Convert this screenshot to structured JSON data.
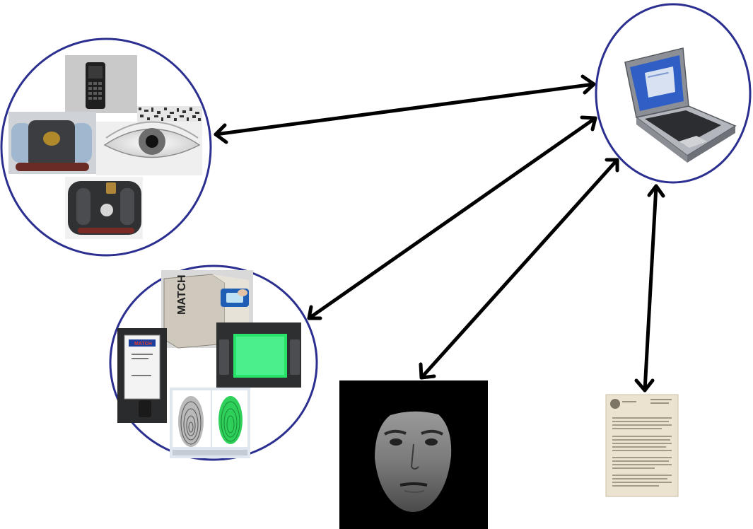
{
  "diagram": {
    "accent_color": "#2b2f8f",
    "arrow_color": "#000000",
    "nodes": {
      "laptop": {
        "icon": "laptop-icon"
      },
      "mobile_devices": {
        "icons": [
          "handheld-device-icon",
          "iris-scanner-icon",
          "eye-image-icon",
          "fingerprint-reader-icon"
        ]
      },
      "fingerprint_devices": {
        "icons": [
          "match-scanner-icon",
          "fingerprint-kiosk-icon",
          "green-scanner-icon",
          "fingerprint-image-icon"
        ],
        "match_label": "MATCH",
        "match_label_small": "MATCH"
      },
      "face": {
        "icon": "face-image-icon"
      },
      "document": {
        "icon": "document-icon"
      }
    },
    "connections": [
      {
        "from": "mobile_devices",
        "to": "laptop"
      },
      {
        "from": "fingerprint_devices",
        "to": "laptop"
      },
      {
        "from": "face",
        "to": "laptop"
      },
      {
        "from": "document",
        "to": "laptop"
      }
    ]
  }
}
